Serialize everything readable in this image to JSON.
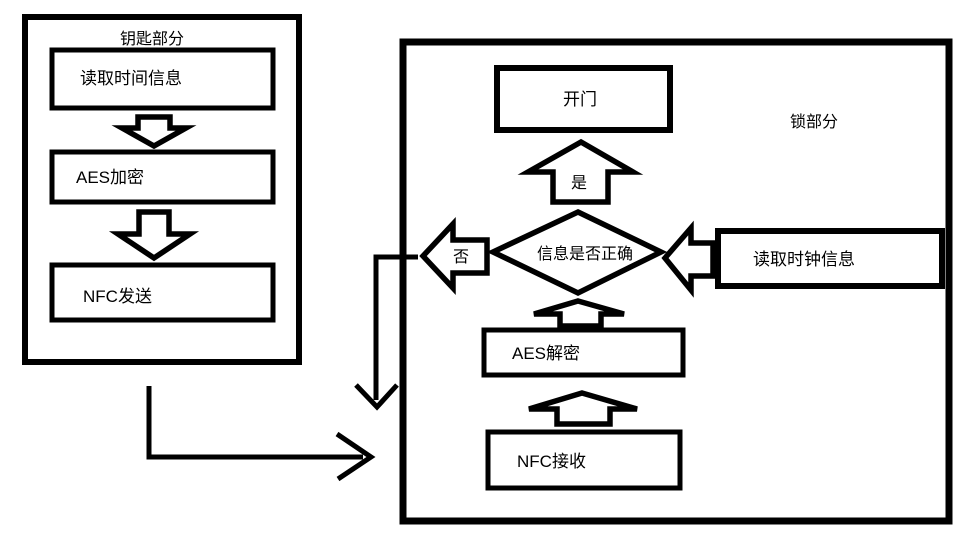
{
  "colors": {
    "ink": "#000000",
    "paper": "#ffffff"
  },
  "flowchart": {
    "key": {
      "title": "钥匙部分",
      "steps": [
        "读取时间信息",
        "AES加密",
        "NFC发送"
      ]
    },
    "lock": {
      "title": "锁部分",
      "open_door": "开门",
      "decision": "信息是否正确",
      "yes": "是",
      "no": "否",
      "read_clock": "读取时钟信息",
      "aes_decrypt": "AES解密",
      "nfc_receive": "NFC接收"
    },
    "flows": [
      "读取时间信息 → AES加密",
      "AES加密 → NFC发送",
      "NFC发送 → 锁部分 (NFC接收)",
      "NFC接收 → AES解密",
      "AES解密 → 信息是否正确",
      "读取时钟信息 → 信息是否正确",
      "信息是否正确 —是→ 开门",
      "信息是否正确 —否→ 向下退出"
    ]
  }
}
